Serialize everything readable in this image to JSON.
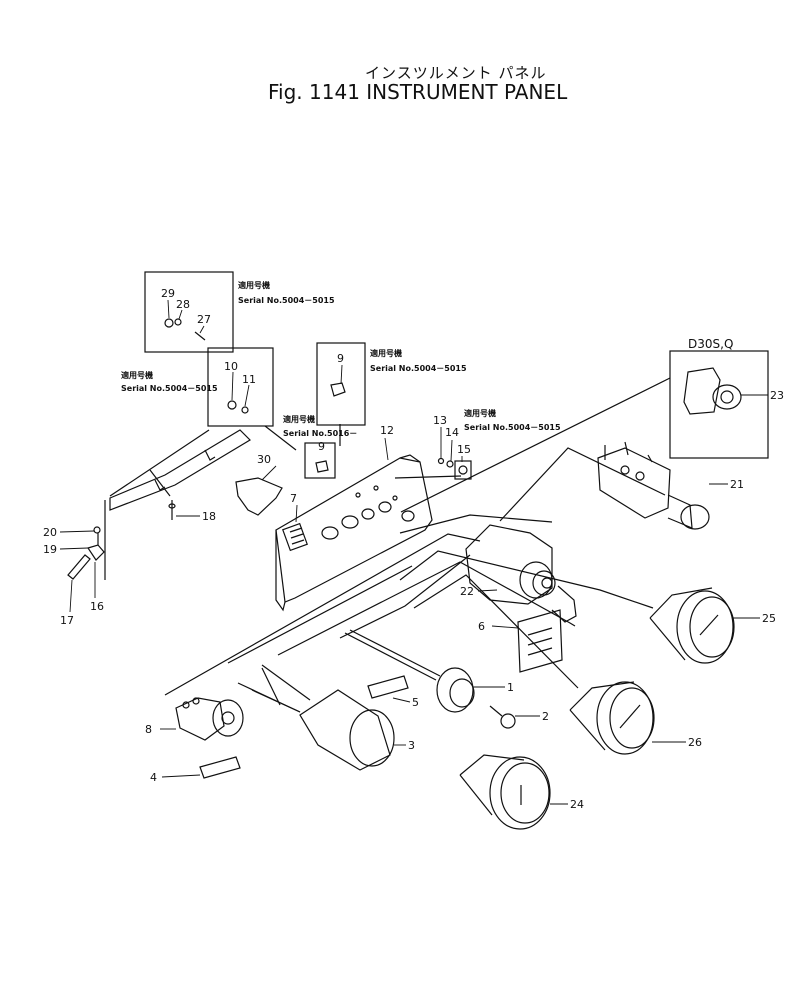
{
  "title": {
    "japanese": "インスツルメント パネル",
    "english": "Fig. 1141 INSTRUMENT PANEL"
  },
  "serial_notes": [
    {
      "jp": "適用号機",
      "serial": "Serial No.5004－5015"
    },
    {
      "jp": "適用号機",
      "serial": "Serial No.5004－5015"
    },
    {
      "jp": "適用号機",
      "serial": "Serial No.5004－5015"
    },
    {
      "jp": "適用号機",
      "serial": "Serial No.5016－"
    },
    {
      "jp": "適用号機",
      "serial": "Serial No.5004－5015"
    }
  ],
  "model_label": "D30S,Q",
  "part_numbers": {
    "p1": "1",
    "p2": "2",
    "p3": "3",
    "p4": "4",
    "p5": "5",
    "p6": "6",
    "p7": "7",
    "p8": "8",
    "p9a": "9",
    "p9b": "9",
    "p10": "10",
    "p11": "11",
    "p12": "12",
    "p13": "13",
    "p14": "14",
    "p15": "15",
    "p16": "16",
    "p17": "17",
    "p18": "18",
    "p19": "19",
    "p20": "20",
    "p21": "21",
    "p22": "22",
    "p23": "23",
    "p24": "24",
    "p25": "25",
    "p26": "26",
    "p27": "27",
    "p28": "28",
    "p29": "29",
    "p30": "30"
  }
}
